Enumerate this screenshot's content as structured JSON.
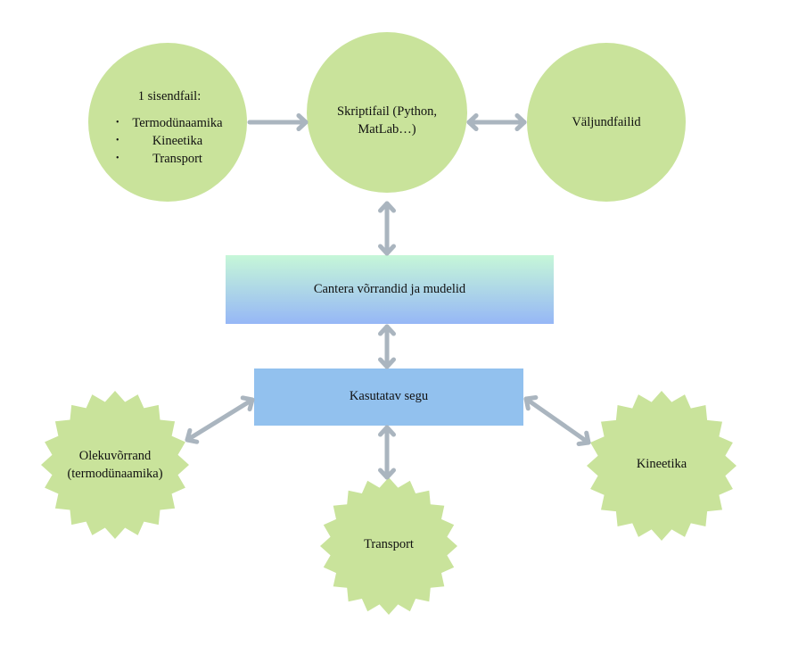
{
  "colors": {
    "node_fill": "#c9e39b",
    "arrow": "#aab5bf",
    "cantera_top": "#c6f7d8",
    "cantera_bottom": "#96b7f6",
    "segu_fill": "#92c1ee",
    "text": "#111111"
  },
  "nodes": {
    "input": {
      "title": "1 sisendfail:",
      "items": [
        "Termodünaamika",
        "Kineetika",
        "Transport"
      ]
    },
    "script": {
      "line1": "Skriptifail (Python,",
      "line2": "MatLab…)"
    },
    "output": {
      "label": "Väljundfailid"
    },
    "cantera": {
      "label": "Cantera võrrandid ja mudelid"
    },
    "mixture": {
      "label": "Kasutatav segu"
    },
    "eos": {
      "line1": "Olekuvõrrand",
      "line2": "(termodünaamika)"
    },
    "transport": {
      "label": "Transport"
    },
    "kinetics": {
      "label": "Kineetika"
    }
  },
  "edges": [
    {
      "from": "input",
      "to": "script",
      "direction": "forward"
    },
    {
      "from": "script",
      "to": "output",
      "direction": "both"
    },
    {
      "from": "script",
      "to": "cantera",
      "direction": "both"
    },
    {
      "from": "cantera",
      "to": "mixture",
      "direction": "both"
    },
    {
      "from": "mixture",
      "to": "eos",
      "direction": "both"
    },
    {
      "from": "mixture",
      "to": "transport",
      "direction": "both"
    },
    {
      "from": "mixture",
      "to": "kinetics",
      "direction": "both"
    }
  ]
}
